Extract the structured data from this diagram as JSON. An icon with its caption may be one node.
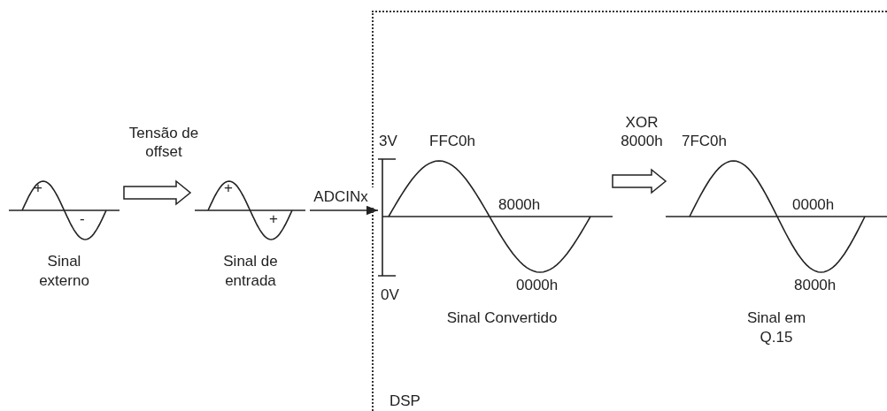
{
  "diagram": {
    "nodes": [
      {
        "text": [
          "Sinal externo"
        ]
      },
      {
        "text": [
          "Sinal de entrada"
        ]
      },
      {
        "text": [
          "DSP"
        ]
      },
      {
        "text": [
          "Sinal Convertido"
        ],
        "in": 2
      },
      {
        "text": [
          "Sinal em Q.15"
        ],
        "in": 2
      }
    ],
    "edges": [
      {
        "from": 0,
        "to": 1,
        "arrow": "to",
        "label": "Tensão de offset"
      },
      {
        "from": 1,
        "to": 3,
        "arrow": "to",
        "label": "ADCINx"
      },
      {
        "from": 3,
        "to": 4,
        "arrow": "to",
        "label": "XOR 8000h"
      }
    ],
    "labels": [
      "+",
      "-",
      "+",
      "+",
      "3V",
      "FFC0h",
      "8000h",
      "0V",
      "0000h",
      "7FC0h",
      "0000h",
      "8000h"
    ]
  }
}
